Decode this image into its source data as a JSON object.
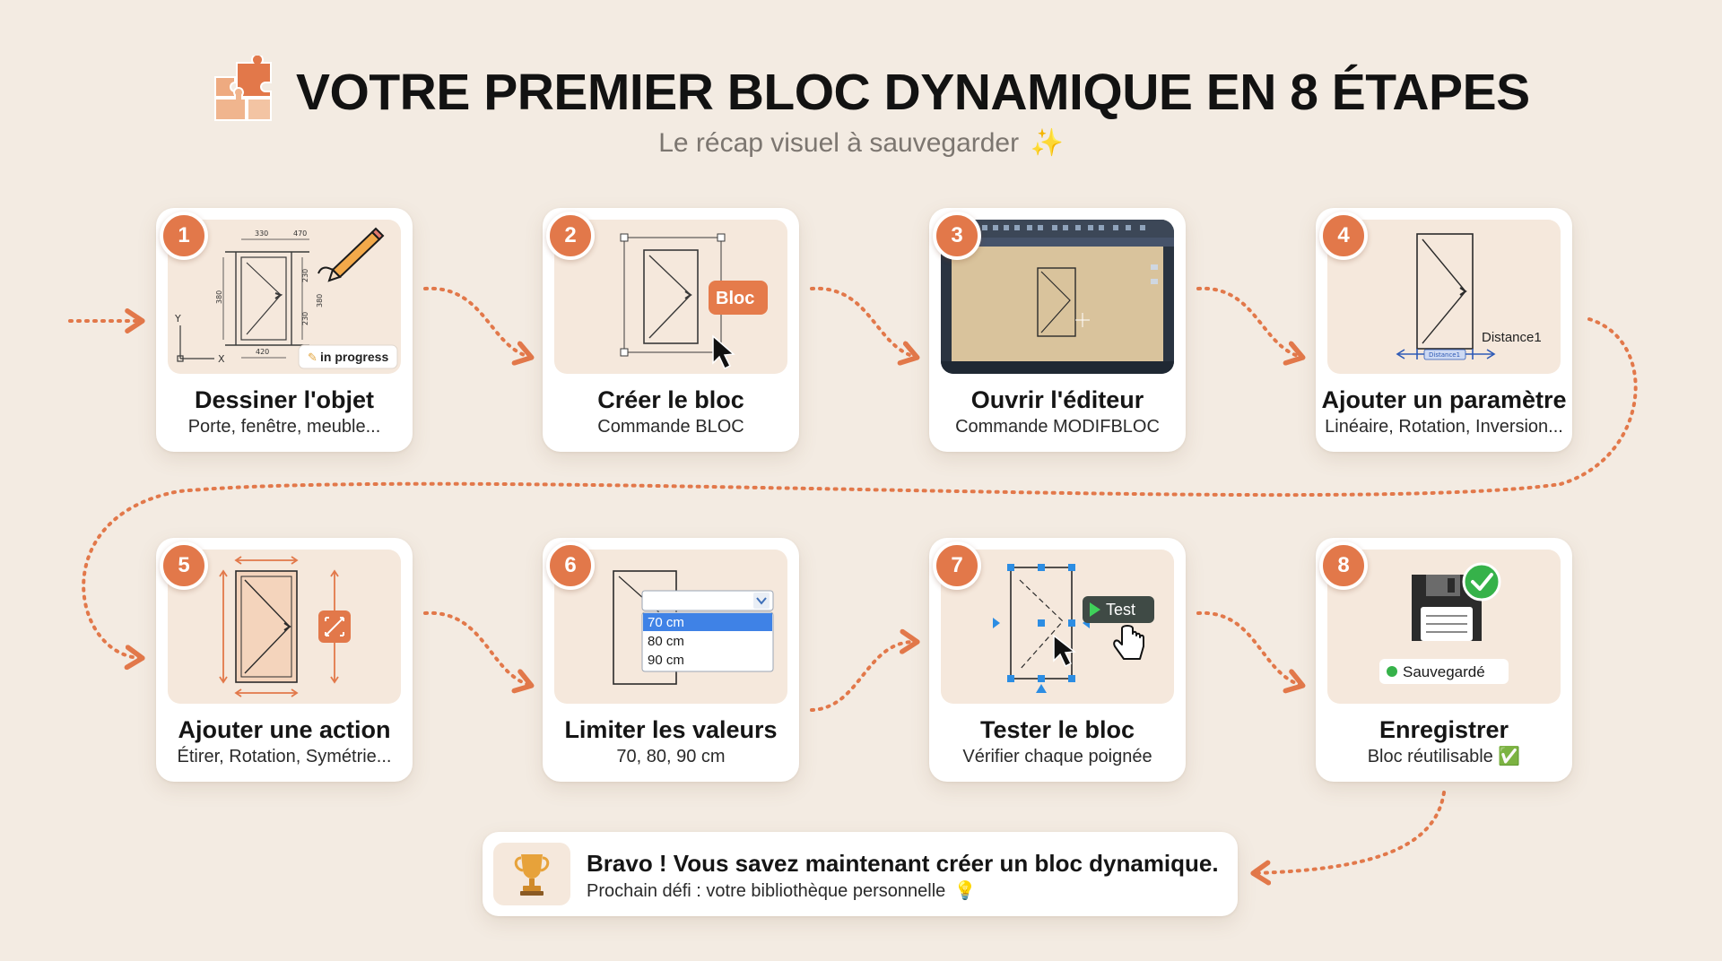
{
  "header": {
    "title": "VOTRE PREMIER BLOC DYNAMIQUE EN 8 ÉTAPES",
    "subtitle": "Le récap visuel à sauvegarder",
    "subtitle_emoji": "✨",
    "logo_icon": "puzzle-icon"
  },
  "colors": {
    "background": "#f3ebe2",
    "accent": "#e2784a",
    "card": "#ffffff",
    "thumb": "#f5e8dc",
    "success": "#36b24a",
    "selection": "#3f82e6"
  },
  "steps": [
    {
      "number": "1",
      "title": "Dessiner l'objet",
      "subtitle": "Porte, fenêtre, meuble...",
      "tag": "in progress",
      "icon": "pencil-icon"
    },
    {
      "number": "2",
      "title": "Créer le bloc",
      "subtitle": "Commande BLOC",
      "tag": "Bloc",
      "icon": "cursor-icon"
    },
    {
      "number": "3",
      "title": "Ouvrir l'éditeur",
      "subtitle": "Commande MODIFBLOC",
      "icon": "editor-window-icon"
    },
    {
      "number": "4",
      "title": "Ajouter un paramètre",
      "subtitle": "Linéaire, Rotation, Inversion...",
      "tag": "Distance1",
      "tag_small": "Distance1",
      "icon": "linear-parameter-icon"
    },
    {
      "number": "5",
      "title": "Ajouter une action",
      "subtitle": "Étirer, Rotation, Symétrie...",
      "icon": "stretch-action-icon"
    },
    {
      "number": "6",
      "title": "Limiter les valeurs",
      "subtitle": "70, 80, 90 cm",
      "options": [
        "70 cm",
        "80 cm",
        "90 cm"
      ],
      "selected_option": "70 cm",
      "icon": "dropdown-icon"
    },
    {
      "number": "7",
      "title": "Tester le bloc",
      "subtitle": "Vérifier chaque poignée",
      "tag": "Test",
      "icon": "hand-cursor-icon"
    },
    {
      "number": "8",
      "title": "Enregistrer",
      "subtitle": "Bloc réutilisable",
      "subtitle_emoji": "✅",
      "tag": "Sauvegardé",
      "icon": "floppy-disk-icon"
    }
  ],
  "step1_dims": {
    "top": "330",
    "top_right": "470",
    "left": "380",
    "right_a": "230",
    "right_b": "380",
    "right_c": "230",
    "bottom": "420",
    "axis_y": "Y",
    "axis_x": "X"
  },
  "final": {
    "title": "Bravo ! Vous savez maintenant créer un bloc dynamique.",
    "subtitle": "Prochain défi : votre bibliothèque personnelle",
    "subtitle_emoji": "💡",
    "icon": "trophy-icon"
  }
}
